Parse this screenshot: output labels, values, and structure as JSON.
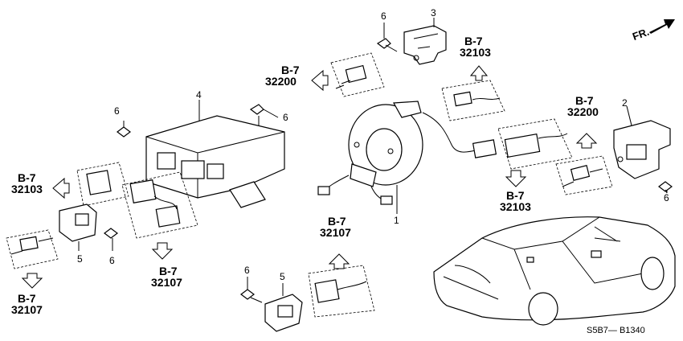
{
  "refs": {
    "r1": {
      "sheet": "B-7",
      "code": "32103"
    },
    "r2": {
      "sheet": "B-7",
      "code": "32200"
    },
    "r3": {
      "sheet": "B-7",
      "code": "32200"
    },
    "r4": {
      "sheet": "B-7",
      "code": "32103"
    },
    "r5": {
      "sheet": "B-7",
      "code": "32103"
    },
    "r6": {
      "sheet": "B-7",
      "code": "32107"
    },
    "r7": {
      "sheet": "B-7",
      "code": "32107"
    },
    "r8": {
      "sheet": "B-7",
      "code": "32107"
    }
  },
  "callouts": {
    "c1": "1",
    "c2": "2",
    "c3": "3",
    "c4": "4",
    "c5a": "5",
    "c5b": "5",
    "c6a": "6",
    "c6b": "6",
    "c6c": "6",
    "c6d": "6",
    "c6e": "6",
    "c6f": "6"
  },
  "front_label": "FR.",
  "diagram_code": "S5B7— B1340"
}
